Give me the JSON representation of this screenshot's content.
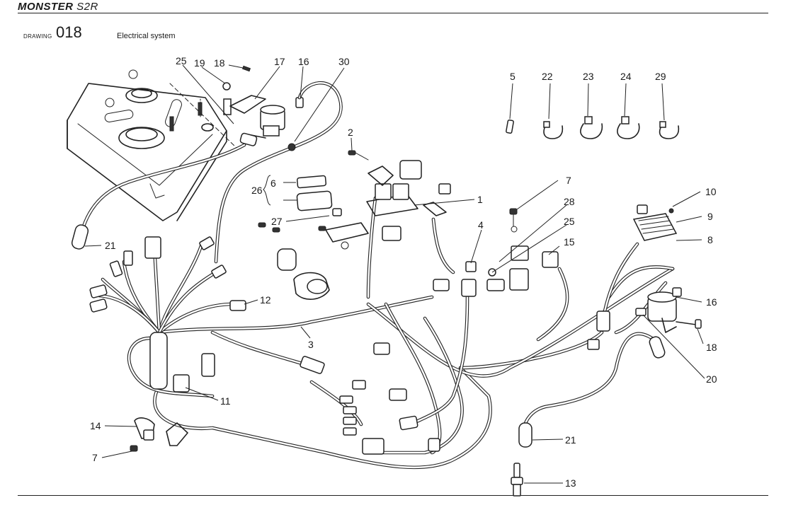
{
  "header": {
    "brand": "MONSTER",
    "model": "S2R",
    "drawing_label": "DRAWING",
    "drawing_number": "018",
    "section_title": "Electrical system"
  },
  "callouts": {
    "c1": "1",
    "c2": "2",
    "c3": "3",
    "c4": "4",
    "c5": "5",
    "c6": "6",
    "c7a": "7",
    "c7b": "7",
    "c8": "8",
    "c9": "9",
    "c10": "10",
    "c11": "11",
    "c12": "12",
    "c13": "13",
    "c14": "14",
    "c15": "15",
    "c16a": "16",
    "c16b": "16",
    "c17": "17",
    "c18a": "18",
    "c18b": "18",
    "c19": "19",
    "c20": "20",
    "c21a": "21",
    "c21b": "21",
    "c22": "22",
    "c23": "23",
    "c24": "24",
    "c25a": "25",
    "c25b": "25",
    "c26": "26",
    "c27": "27",
    "c28": "28",
    "c29": "29",
    "c30": "30"
  }
}
